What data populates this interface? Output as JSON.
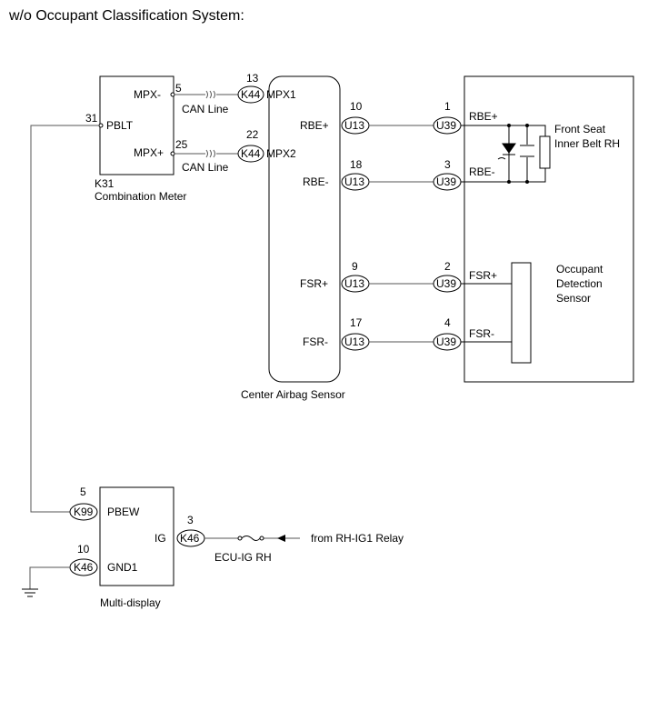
{
  "title": "w/o Occupant Classification System:",
  "combination_meter": {
    "id": "K31",
    "name": "Combination Meter",
    "pins": {
      "mpx_minus": {
        "label": "MPX-",
        "num": "5"
      },
      "mpx_plus": {
        "label": "MPX+",
        "num": "25"
      },
      "pblt": {
        "label": "PBLT",
        "num": "31"
      }
    }
  },
  "can_line_label": "CAN Line",
  "center_airbag_sensor": {
    "name": "Center Airbag Sensor",
    "mpx1": {
      "label": "MPX1",
      "num": "13",
      "connector": "K44"
    },
    "mpx2": {
      "label": "MPX2",
      "num": "22",
      "connector": "K44"
    },
    "rbe_plus": {
      "label": "RBE+",
      "num": "10",
      "connector": "U13"
    },
    "rbe_minus": {
      "label": "RBE-",
      "num": "18",
      "connector": "U13"
    },
    "fsr_plus": {
      "label": "FSR+",
      "num": "9",
      "connector": "U13"
    },
    "fsr_minus": {
      "label": "FSR-",
      "num": "17",
      "connector": "U13"
    }
  },
  "occupant_side": {
    "rbe_plus": {
      "label": "RBE+",
      "num": "1",
      "connector": "U39"
    },
    "rbe_minus": {
      "label": "RBE-",
      "num": "3",
      "connector": "U39"
    },
    "fsr_plus": {
      "label": "FSR+",
      "num": "2",
      "connector": "U39"
    },
    "fsr_minus": {
      "label": "FSR-",
      "num": "4",
      "connector": "U39"
    },
    "belt_line1": "Front Seat",
    "belt_line2": "Inner Belt RH",
    "ods_line1": "Occupant",
    "ods_line2": "Detection",
    "ods_line3": "Sensor"
  },
  "multi_display": {
    "name": "Multi-display",
    "pbew": {
      "label": "PBEW",
      "num": "5",
      "connector": "K99"
    },
    "gnd1": {
      "label": "GND1",
      "num": "10",
      "connector": "K46"
    },
    "ig": {
      "label": "IG",
      "num": "3",
      "connector": "K46"
    }
  },
  "fuse_label": "ECU-IG RH",
  "relay_label": "from RH-IG1 Relay"
}
